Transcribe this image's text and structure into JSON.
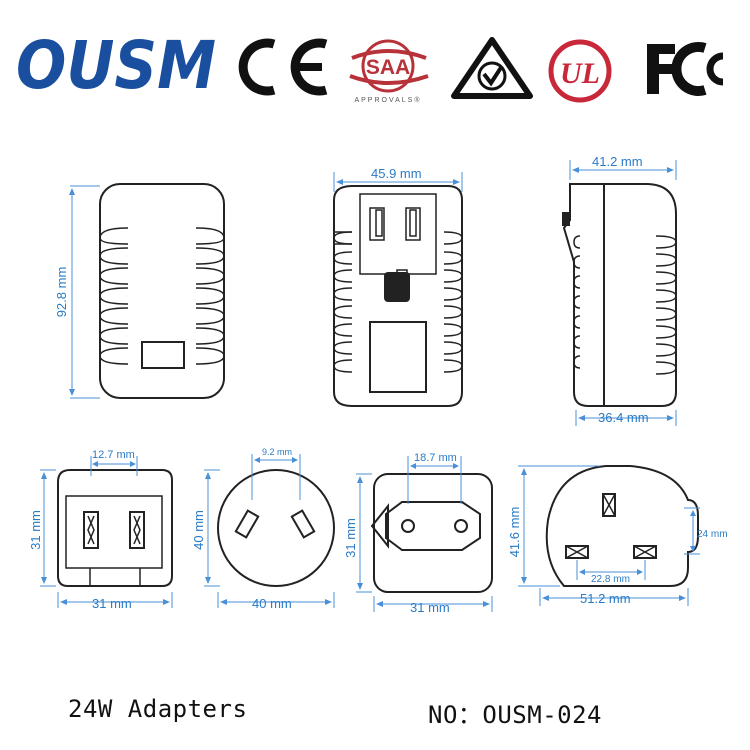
{
  "brand": {
    "name": "OUSM"
  },
  "certifications": [
    {
      "name": "CE",
      "icon": "ce-mark-icon"
    },
    {
      "name": "SAA",
      "sub": "APPROVALS®",
      "icon": "saa-approvals-icon"
    },
    {
      "name": "RCM",
      "icon": "rcm-mark-icon"
    },
    {
      "name": "UL",
      "icon": "ul-mark-icon"
    },
    {
      "name": "FC",
      "icon": "fcc-mark-icon"
    }
  ],
  "dimensions": {
    "height": "92.8 mm",
    "width": "45.9 mm",
    "depth_top": "41.2 mm",
    "depth_bottom": "36.4 mm",
    "us_pin_spacing": "12.7 mm",
    "us_height": "31 mm",
    "us_width": "31 mm",
    "au_pin_spacing": "9.2 mm",
    "au_height": "40 mm",
    "au_width": "40 mm",
    "eu_pin_spacing": "18.7 mm",
    "eu_height": "31 mm",
    "eu_width": "31 mm",
    "uk_height": "41.6 mm",
    "uk_offset": "24 mm",
    "uk_pin_spacing": "22.8 mm",
    "uk_width": "51.2 mm"
  },
  "footer": {
    "product": "24W Adapters",
    "model": "NO：OUSM-024"
  },
  "colors": {
    "brand_blue": "#1a4fa0",
    "saa_red": "#b8323a",
    "ul_red": "#c8283a",
    "dimension_blue": "#2a7bc6"
  }
}
